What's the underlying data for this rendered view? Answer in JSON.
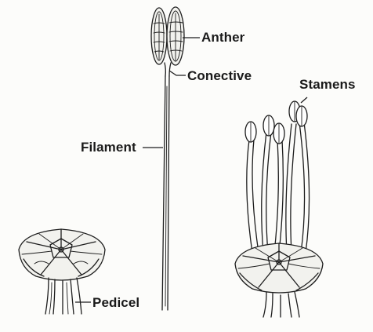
{
  "labels": {
    "anther": "Anther",
    "conective": "Conective",
    "stamens": "Stamens",
    "filament": "Filament",
    "pedicel": "Pedicel"
  }
}
